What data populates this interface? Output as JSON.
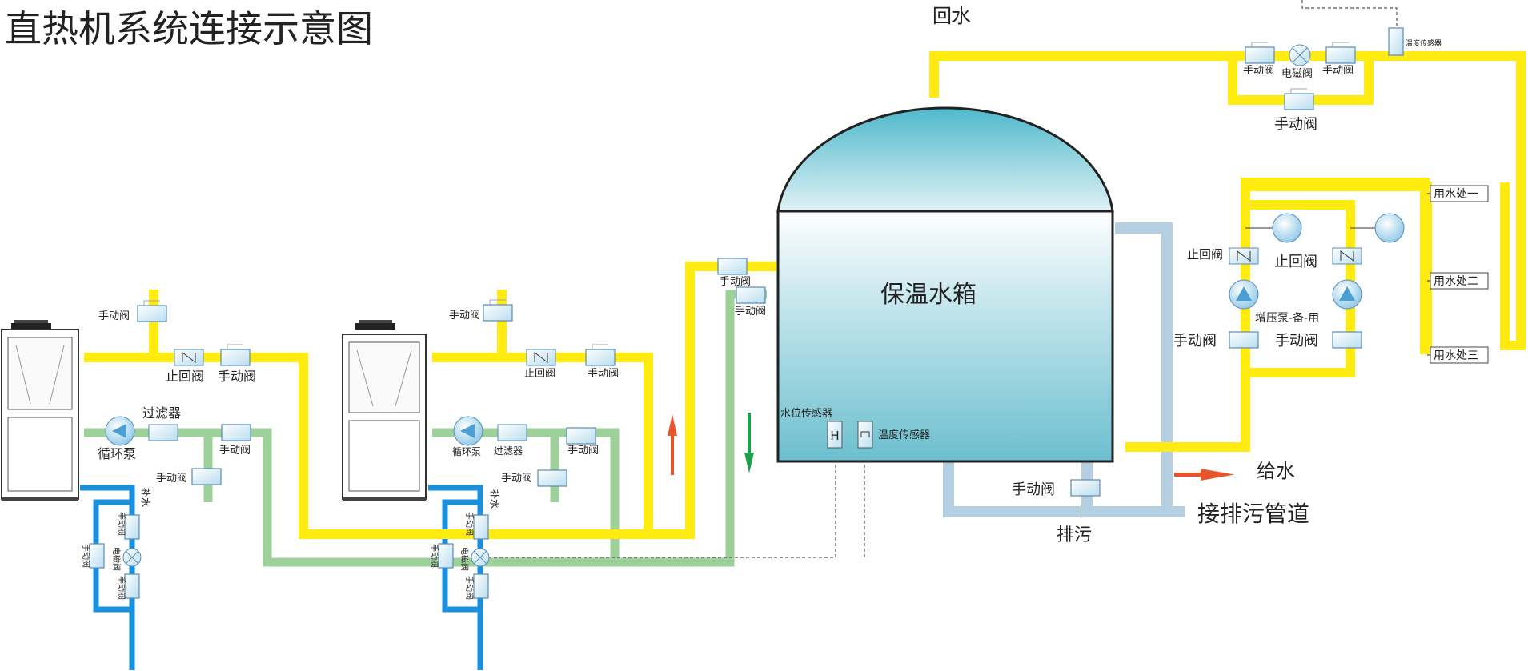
{
  "title": "直热机系统连接示意图",
  "tank_label": "保温水箱",
  "return_water": "回水",
  "supply_water": "给水",
  "drain": "排污",
  "drain_pipe": "接排污管道",
  "manual_valve": "手动阀",
  "check_valve": "止回阀",
  "solenoid_valve": "电磁阀",
  "filter": "过滤器",
  "circ_pump": "循环泵",
  "makeup_water": "补水",
  "level_sensor": "水位传感器",
  "temp_sensor": "温度传感器",
  "booster_pumps": "增压泵-备-用",
  "outlets": [
    "用水处一",
    "用水处二",
    "用水处三"
  ],
  "colors": {
    "hot_pipe": "#ffeb0f",
    "circ_pipe": "#9ed19a",
    "cold_pipe": "#1a8fdc",
    "drain_pipe": "#b4cfe2",
    "tank_top": "#5ec1d1",
    "tank_bottom": "#76c3d1",
    "up_arrow": "#e8552c",
    "down_arrow": "#1ea04a"
  }
}
